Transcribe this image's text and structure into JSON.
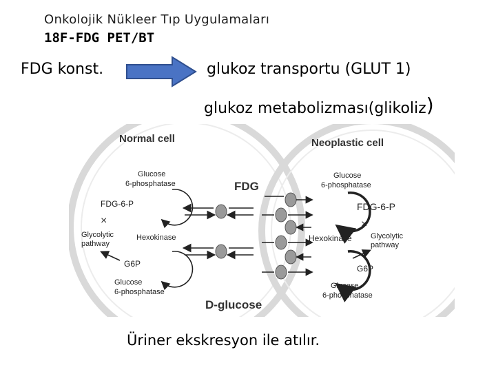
{
  "slide": {
    "title": "Onkolojik  Nükleer Tıp Uygulamaları",
    "subtitle": "18F-FDG PET/BT",
    "left_label": "FDG konst.",
    "line1": "glukoz transportu (GLUT 1)",
    "line2": "glukoz metabolizması(glikoliz",
    "line2_paren": ")",
    "footer": "Üriner ekskresyon ile atılır."
  },
  "diagram": {
    "normal_cell": {
      "label": "Normal cell",
      "glucose_6p_top": [
        "Glucose",
        "6-phosphatase"
      ],
      "fdg6p": "FDG-6-P",
      "glycolytic": [
        "Glycolytic",
        "pathway"
      ],
      "hexokinase": "Hexokinase",
      "g6p": "G6P",
      "glucose_6p_bottom": [
        "Glucose",
        "6-phosphatase"
      ]
    },
    "neoplastic_cell": {
      "label": "Neoplastic cell",
      "glucose_6p_top": [
        "Glucose",
        "6-phosphatase"
      ],
      "fdg6p": "FDG-6-P",
      "glycolytic": [
        "Glycolytic",
        "pathway"
      ],
      "hexokinase": "Hexokinase",
      "g6p": "G6P",
      "glucose_6p_bottom": [
        "Glucose",
        "6-phosphatase"
      ]
    },
    "fdg": "FDG",
    "dglucose": "D-glucose"
  },
  "colors": {
    "arrow_blue": "#4a73c4",
    "arrow_border": "#2f4f8f",
    "cell_ring": "#d6d6d6",
    "transporter": "#9a9a9a"
  }
}
